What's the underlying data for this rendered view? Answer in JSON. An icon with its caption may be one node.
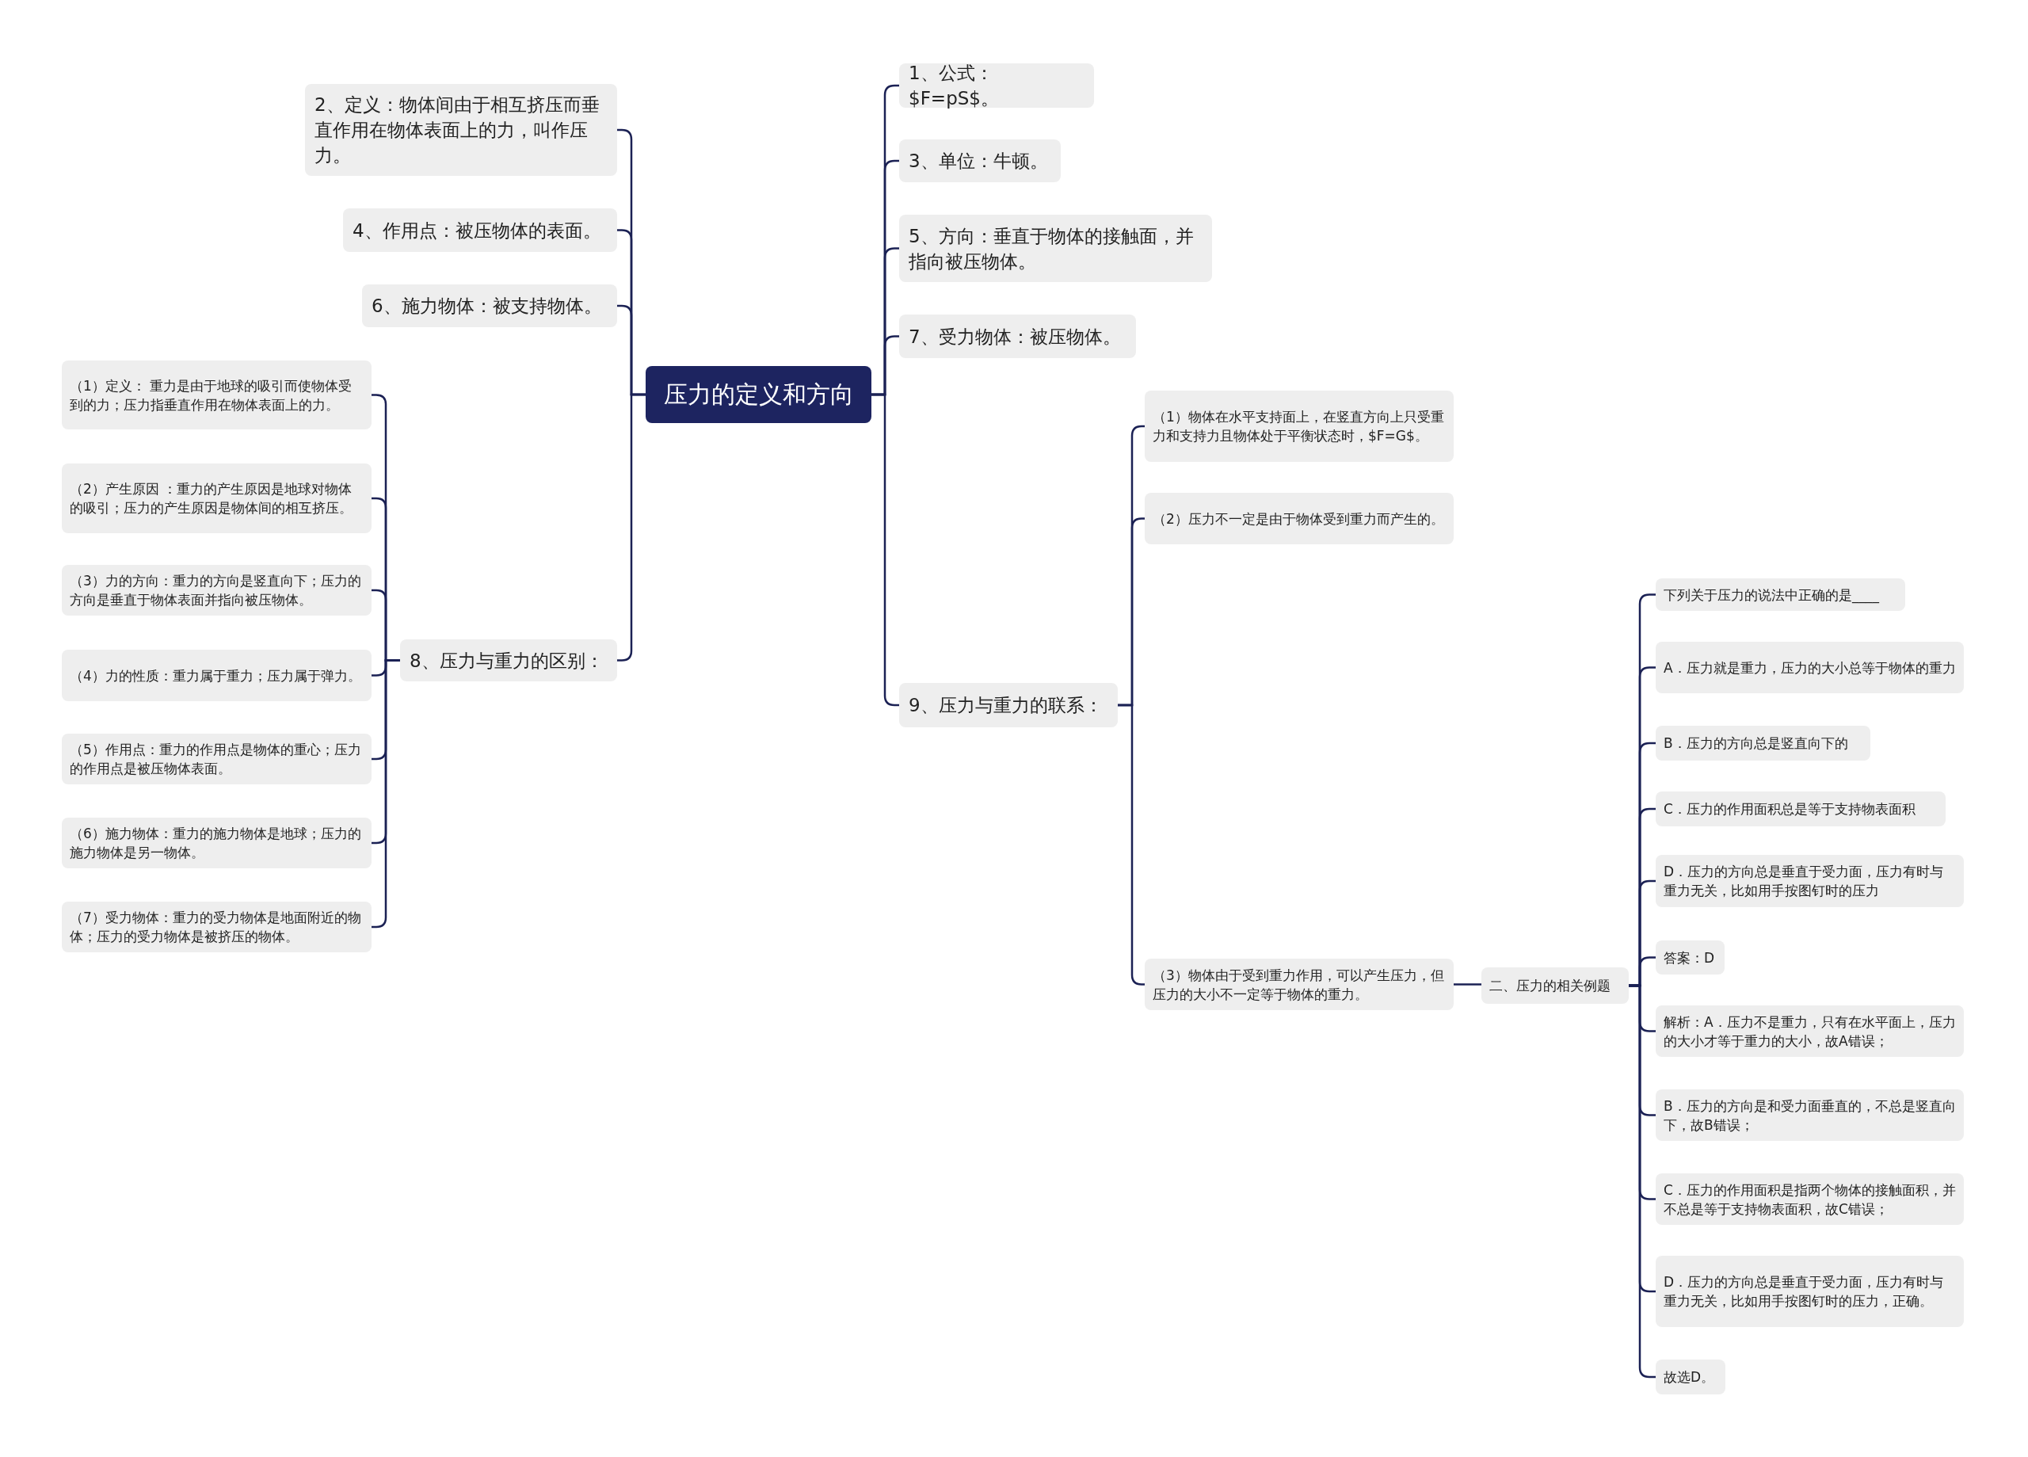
{
  "diagram": {
    "nodes": [
      {
        "text": [
          "压力的定义和方向"
        ]
      },
      {
        "text": [
          "2、定义：物体间由于相互挤压而垂直作用在物体表面上的力，叫作压力。"
        ]
      },
      {
        "text": [
          "4、作用点：被压物体的表面。"
        ]
      },
      {
        "text": [
          "6、施力物体：被支持物体。"
        ]
      },
      {
        "text": [
          "8、压力与重力的区别："
        ]
      },
      {
        "text": [
          "（1）定义： 重力是由于地球的吸引而使物体受到的力；压力指垂直作用在物体表面上的力。"
        ]
      },
      {
        "text": [
          "（2）产生原因 ：重力的产生原因是地球对物体的吸引；压力的产生原因是物体间的相互挤压。"
        ]
      },
      {
        "text": [
          "（3）力的方向：重力的方向是竖直向下；压力的方向是垂直于物体表面并指向被压物体。"
        ]
      },
      {
        "text": [
          "（4）力的性质：重力属于重力；压力属于弹力。"
        ]
      },
      {
        "text": [
          "（5）作用点：重力的作用点是物体的重心；压力的作用点是被压物体表面。"
        ]
      },
      {
        "text": [
          "（6）施力物体：重力的施力物体是地球；压力的施力物体是另一物体。"
        ]
      },
      {
        "text": [
          "（7）受力物体：重力的受力物体是地面附近的物体；压力的受力物体是被挤压的物体。"
        ]
      },
      {
        "text": [
          "1、公式： $F=pS$。"
        ]
      },
      {
        "text": [
          "3、单位：牛顿。"
        ]
      },
      {
        "text": [
          "5、方向：垂直于物体的接触面，并指向被压物体。"
        ]
      },
      {
        "text": [
          "7、受力物体：被压物体。"
        ]
      },
      {
        "text": [
          "9、压力与重力的联系："
        ]
      },
      {
        "text": [
          "（1）物体在水平支持面上，在竖直方向上只受重力和支持力且物体处于平衡状态时，$F=G$。"
        ]
      },
      {
        "text": [
          "（2）压力不一定是由于物体受到重力而产生的。"
        ]
      },
      {
        "text": [
          "（3）物体由于受到重力作用，可以产生压力，但压力的大小不一定等于物体的重力。"
        ]
      },
      {
        "text": [
          "二、压力的相关例题"
        ]
      },
      {
        "text": [
          "下列关于压力的说法中正确的是____"
        ]
      },
      {
        "text": [
          "A．压力就是重力，压力的大小总等于物体的重力"
        ]
      },
      {
        "text": [
          "B．压力的方向总是竖直向下的"
        ]
      },
      {
        "text": [
          "C．压力的作用面积总是等于支持物表面积"
        ]
      },
      {
        "text": [
          "D．压力的方向总是垂直于受力面，压力有时与重力无关，比如用手按图钉时的压力"
        ]
      },
      {
        "text": [
          "答案：D"
        ]
      },
      {
        "text": [
          "解析：A．压力不是重力，只有在水平面上，压力的大小才等于重力的大小，故A错误；"
        ]
      },
      {
        "text": [
          "B．压力的方向是和受力面垂直的，不总是竖直向下，故B错误；"
        ]
      },
      {
        "text": [
          "C．压力的作用面积是指两个物体的接触面积，并不总是等于支持物表面积，故C错误；"
        ]
      },
      {
        "text": [
          "D．压力的方向总是垂直于受力面，压力有时与重力无关，比如用手按图钉时的压力，正确。"
        ]
      },
      {
        "text": [
          "故选D。"
        ]
      }
    ],
    "edges": [
      {
        "from": 0,
        "to": 1,
        "arrow": "none"
      },
      {
        "from": 0,
        "to": 2,
        "arrow": "none"
      },
      {
        "from": 0,
        "to": 3,
        "arrow": "none"
      },
      {
        "from": 0,
        "to": 4,
        "arrow": "none"
      },
      {
        "from": 4,
        "to": 5,
        "arrow": "none"
      },
      {
        "from": 4,
        "to": 6,
        "arrow": "none"
      },
      {
        "from": 4,
        "to": 7,
        "arrow": "none"
      },
      {
        "from": 4,
        "to": 8,
        "arrow": "none"
      },
      {
        "from": 4,
        "to": 9,
        "arrow": "none"
      },
      {
        "from": 4,
        "to": 10,
        "arrow": "none"
      },
      {
        "from": 4,
        "to": 11,
        "arrow": "none"
      },
      {
        "from": 0,
        "to": 12,
        "arrow": "none"
      },
      {
        "from": 0,
        "to": 13,
        "arrow": "none"
      },
      {
        "from": 0,
        "to": 14,
        "arrow": "none"
      },
      {
        "from": 0,
        "to": 15,
        "arrow": "none"
      },
      {
        "from": 0,
        "to": 16,
        "arrow": "none"
      },
      {
        "from": 16,
        "to": 17,
        "arrow": "none"
      },
      {
        "from": 16,
        "to": 18,
        "arrow": "none"
      },
      {
        "from": 16,
        "to": 19,
        "arrow": "none"
      },
      {
        "from": 19,
        "to": 20,
        "arrow": "none"
      },
      {
        "from": 20,
        "to": 21,
        "arrow": "none"
      },
      {
        "from": 20,
        "to": 22,
        "arrow": "none"
      },
      {
        "from": 20,
        "to": 23,
        "arrow": "none"
      },
      {
        "from": 20,
        "to": 24,
        "arrow": "none"
      },
      {
        "from": 20,
        "to": 25,
        "arrow": "none"
      },
      {
        "from": 20,
        "to": 26,
        "arrow": "none"
      },
      {
        "from": 20,
        "to": 27,
        "arrow": "none"
      },
      {
        "from": 20,
        "to": 28,
        "arrow": "none"
      },
      {
        "from": 20,
        "to": 29,
        "arrow": "none"
      },
      {
        "from": 20,
        "to": 30,
        "arrow": "none"
      },
      {
        "from": 20,
        "to": 31,
        "arrow": "none"
      }
    ]
  }
}
